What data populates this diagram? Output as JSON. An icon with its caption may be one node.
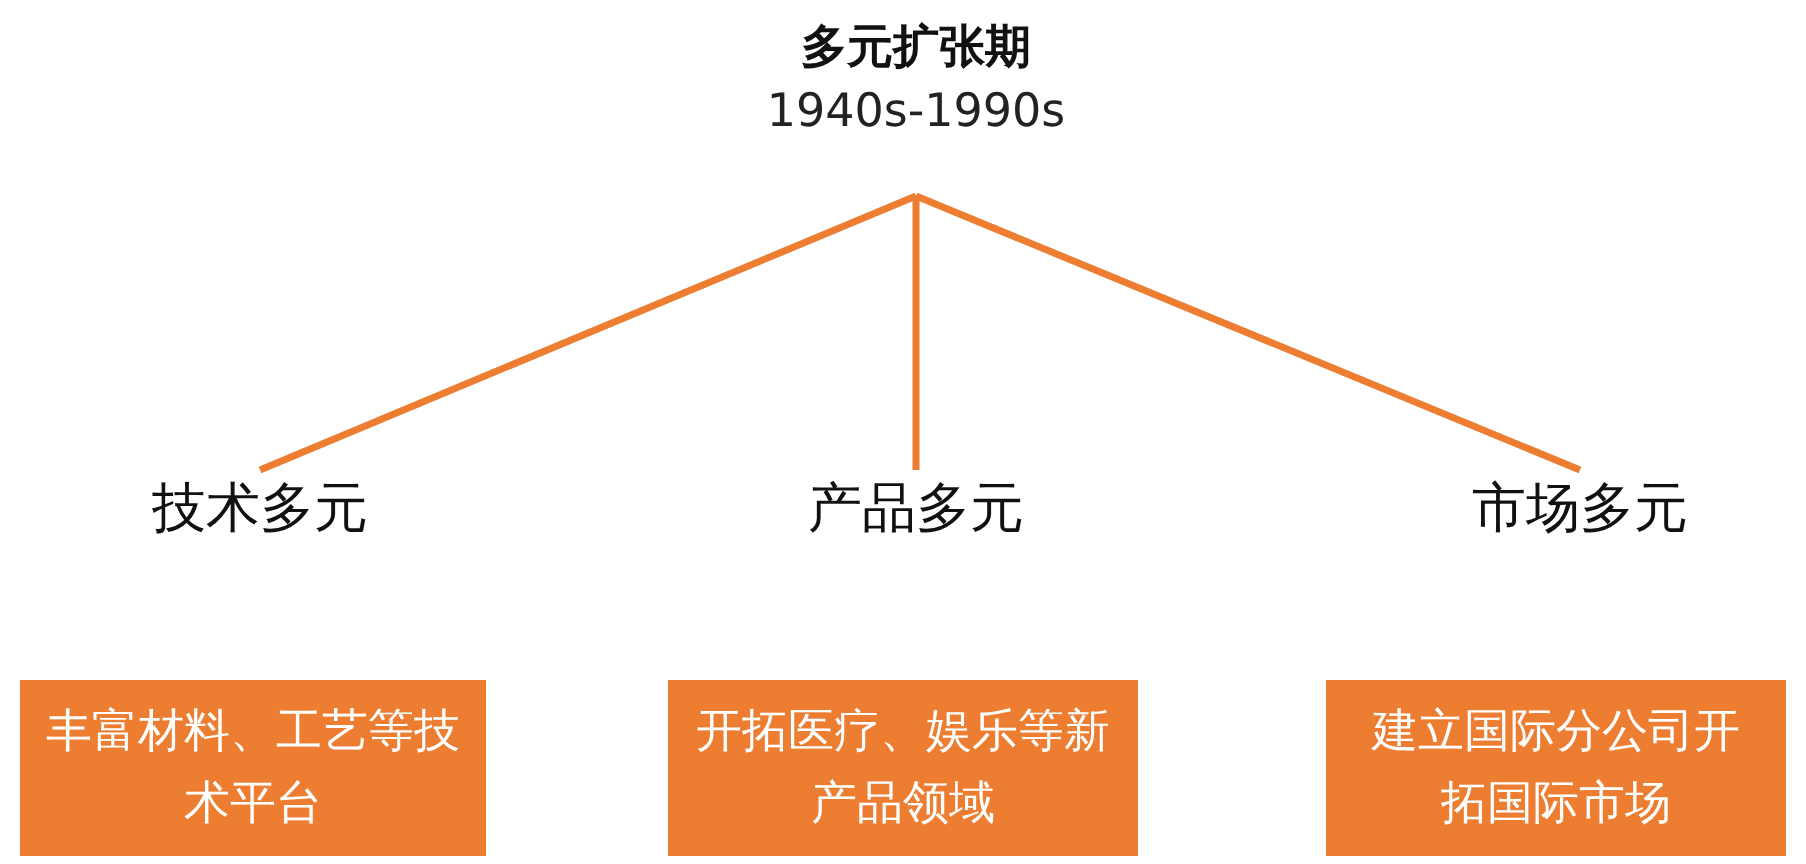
{
  "diagram": {
    "nodes": [
      {
        "text": [
          "多元扩张期",
          "1940s-1990s"
        ]
      },
      {
        "text": [
          "技术多元"
        ]
      },
      {
        "text": [
          "产品多元"
        ]
      },
      {
        "text": [
          "市场多元"
        ]
      },
      {
        "text": [
          "丰富材料、工艺等技术平台"
        ]
      },
      {
        "text": [
          "开拓医疗、娱乐等新产品领域"
        ]
      },
      {
        "text": [
          "建立国际分公司开拓国际市场"
        ]
      }
    ],
    "edges": [
      {
        "from": 0,
        "to": 1,
        "arrow": "none"
      },
      {
        "from": 0,
        "to": 2,
        "arrow": "none"
      },
      {
        "from": 0,
        "to": 3,
        "arrow": "none"
      }
    ]
  }
}
